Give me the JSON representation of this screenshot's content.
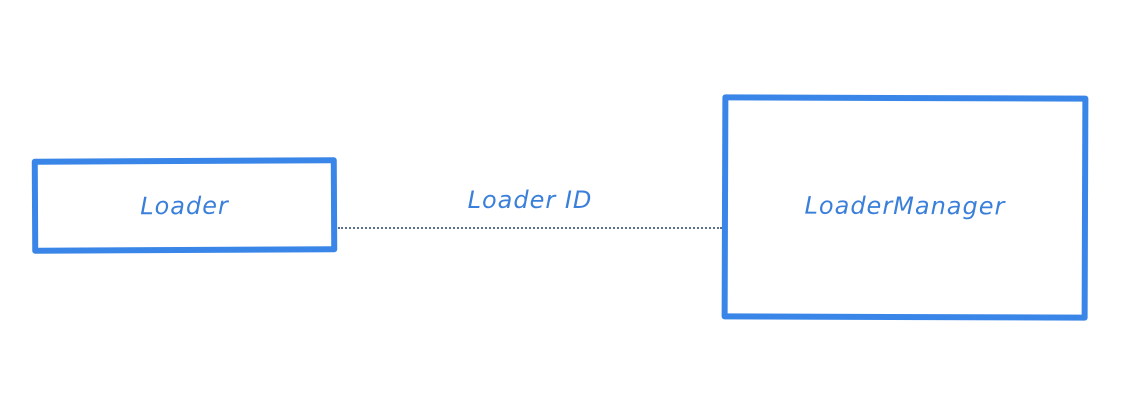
{
  "diagram": {
    "nodes": [
      {
        "id": "loader",
        "label": "Loader"
      },
      {
        "id": "loader-manager",
        "label": "LoaderManager"
      }
    ],
    "edges": [
      {
        "from": "loader",
        "to": "loader-manager",
        "label": "Loader ID",
        "style": "dotted"
      }
    ]
  },
  "colors": {
    "box_stroke": "#3a86e8",
    "text": "#3a7fd9",
    "connector": "#5a6f8c",
    "background": "#ffffff"
  }
}
